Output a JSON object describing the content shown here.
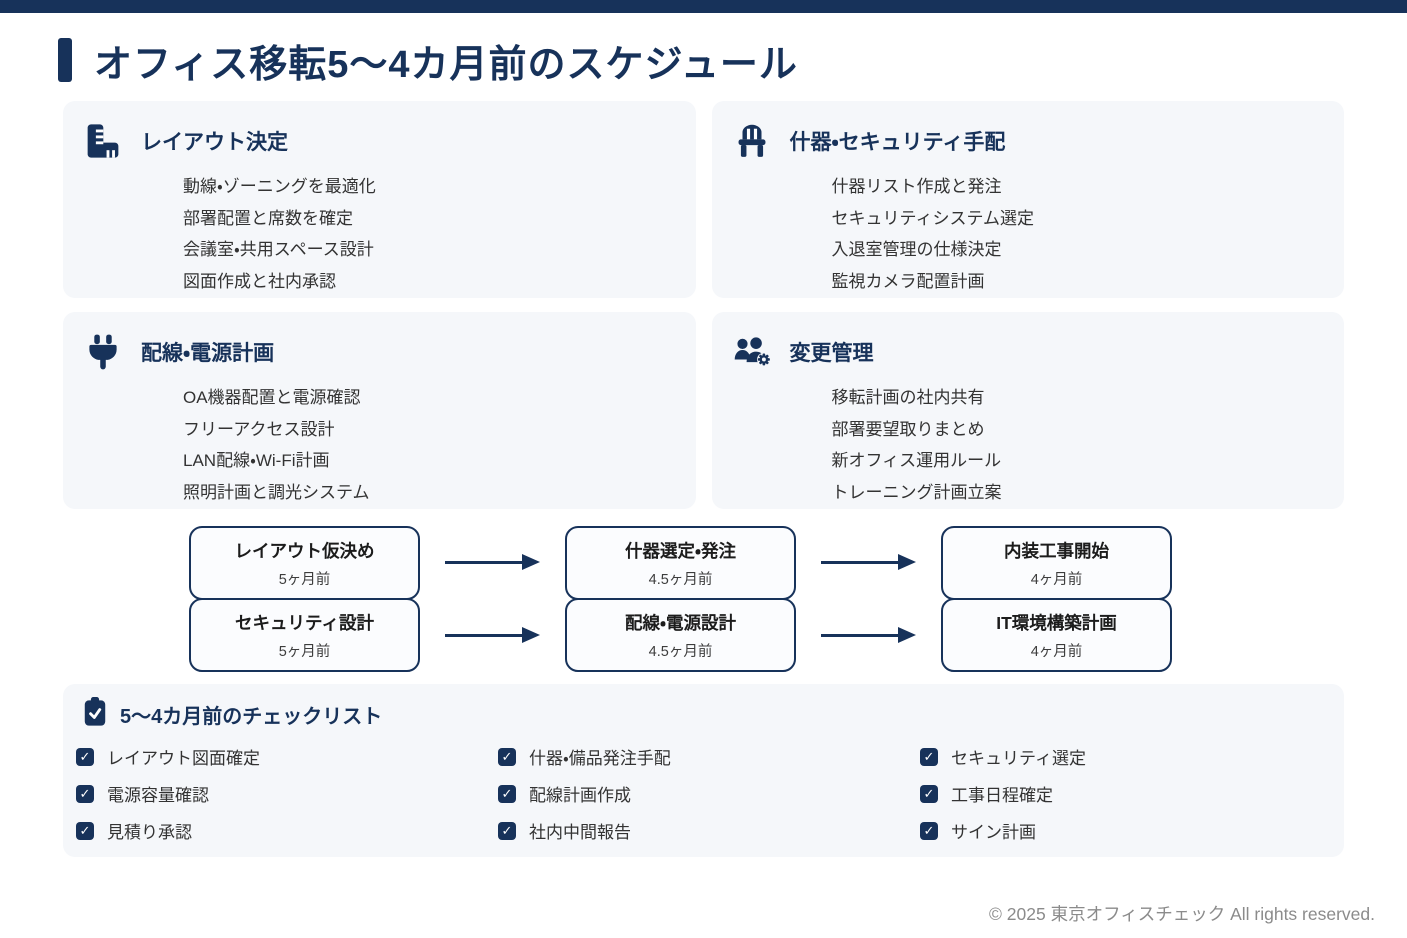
{
  "page": {
    "title": "オフィス移転5〜4カ月前のスケジュール",
    "footer": "© 2025 東京オフィスチェック All rights reserved."
  },
  "colors": {
    "navy": "#17325A",
    "card_bg": "#F5F7FA",
    "box_bg": "#FBFCFE",
    "text": "#333333",
    "footer_text": "#8B8B8B"
  },
  "icons": {
    "card_icons": [
      "ruler-icon",
      "chair-icon",
      "plug-icon",
      "users-gear-icon"
    ],
    "checklist_icon": "clipboard-check-icon",
    "checkbox_icon": "checkbox-checked-icon",
    "arrow_icon": "arrow-right-icon",
    "checkbox_glyph": "✓"
  },
  "cards": [
    {
      "title": "レイアウト決定",
      "items": [
        "動線・ゾーニングを最適化",
        "部署配置と席数を確定",
        "会議室・共用スペース設計",
        "図面作成と社内承認"
      ]
    },
    {
      "title": "什器・セキュリティ手配",
      "items": [
        "什器リスト作成と発注",
        "セキュリティシステム選定",
        "入退室管理の仕様決定",
        "監視カメラ配置計画"
      ]
    },
    {
      "title": "配線・電源計画",
      "items": [
        "OA機器配置と電源確認",
        "フリーアクセス設計",
        "LAN配線・Wi-Fi計画",
        "照明計画と調光システム"
      ]
    },
    {
      "title": "変更管理",
      "items": [
        "移転計画の社内共有",
        "部署要望取りまとめ",
        "新オフィス運用ルール",
        "トレーニング計画立案"
      ]
    }
  ],
  "timeline": {
    "rows": [
      [
        {
          "title": "レイアウト仮決め",
          "time": "5ヶ月前"
        },
        {
          "title": "什器選定・発注",
          "time": "4.5ヶ月前"
        },
        {
          "title": "内装工事開始",
          "time": "4ヶ月前"
        }
      ],
      [
        {
          "title": "セキュリティ設計",
          "time": "5ヶ月前"
        },
        {
          "title": "配線・電源設計",
          "time": "4.5ヶ月前"
        },
        {
          "title": "IT環境構築計画",
          "time": "4ヶ月前"
        }
      ]
    ]
  },
  "checklist": {
    "title": "5〜4カ月前のチェックリスト",
    "columns": [
      [
        "レイアウト図面確定",
        "電源容量確認",
        "見積り承認"
      ],
      [
        "什器・備品発注手配",
        "配線計画作成",
        "社内中間報告"
      ],
      [
        "セキュリティ選定",
        "工事日程確定",
        "サイン計画"
      ]
    ]
  }
}
